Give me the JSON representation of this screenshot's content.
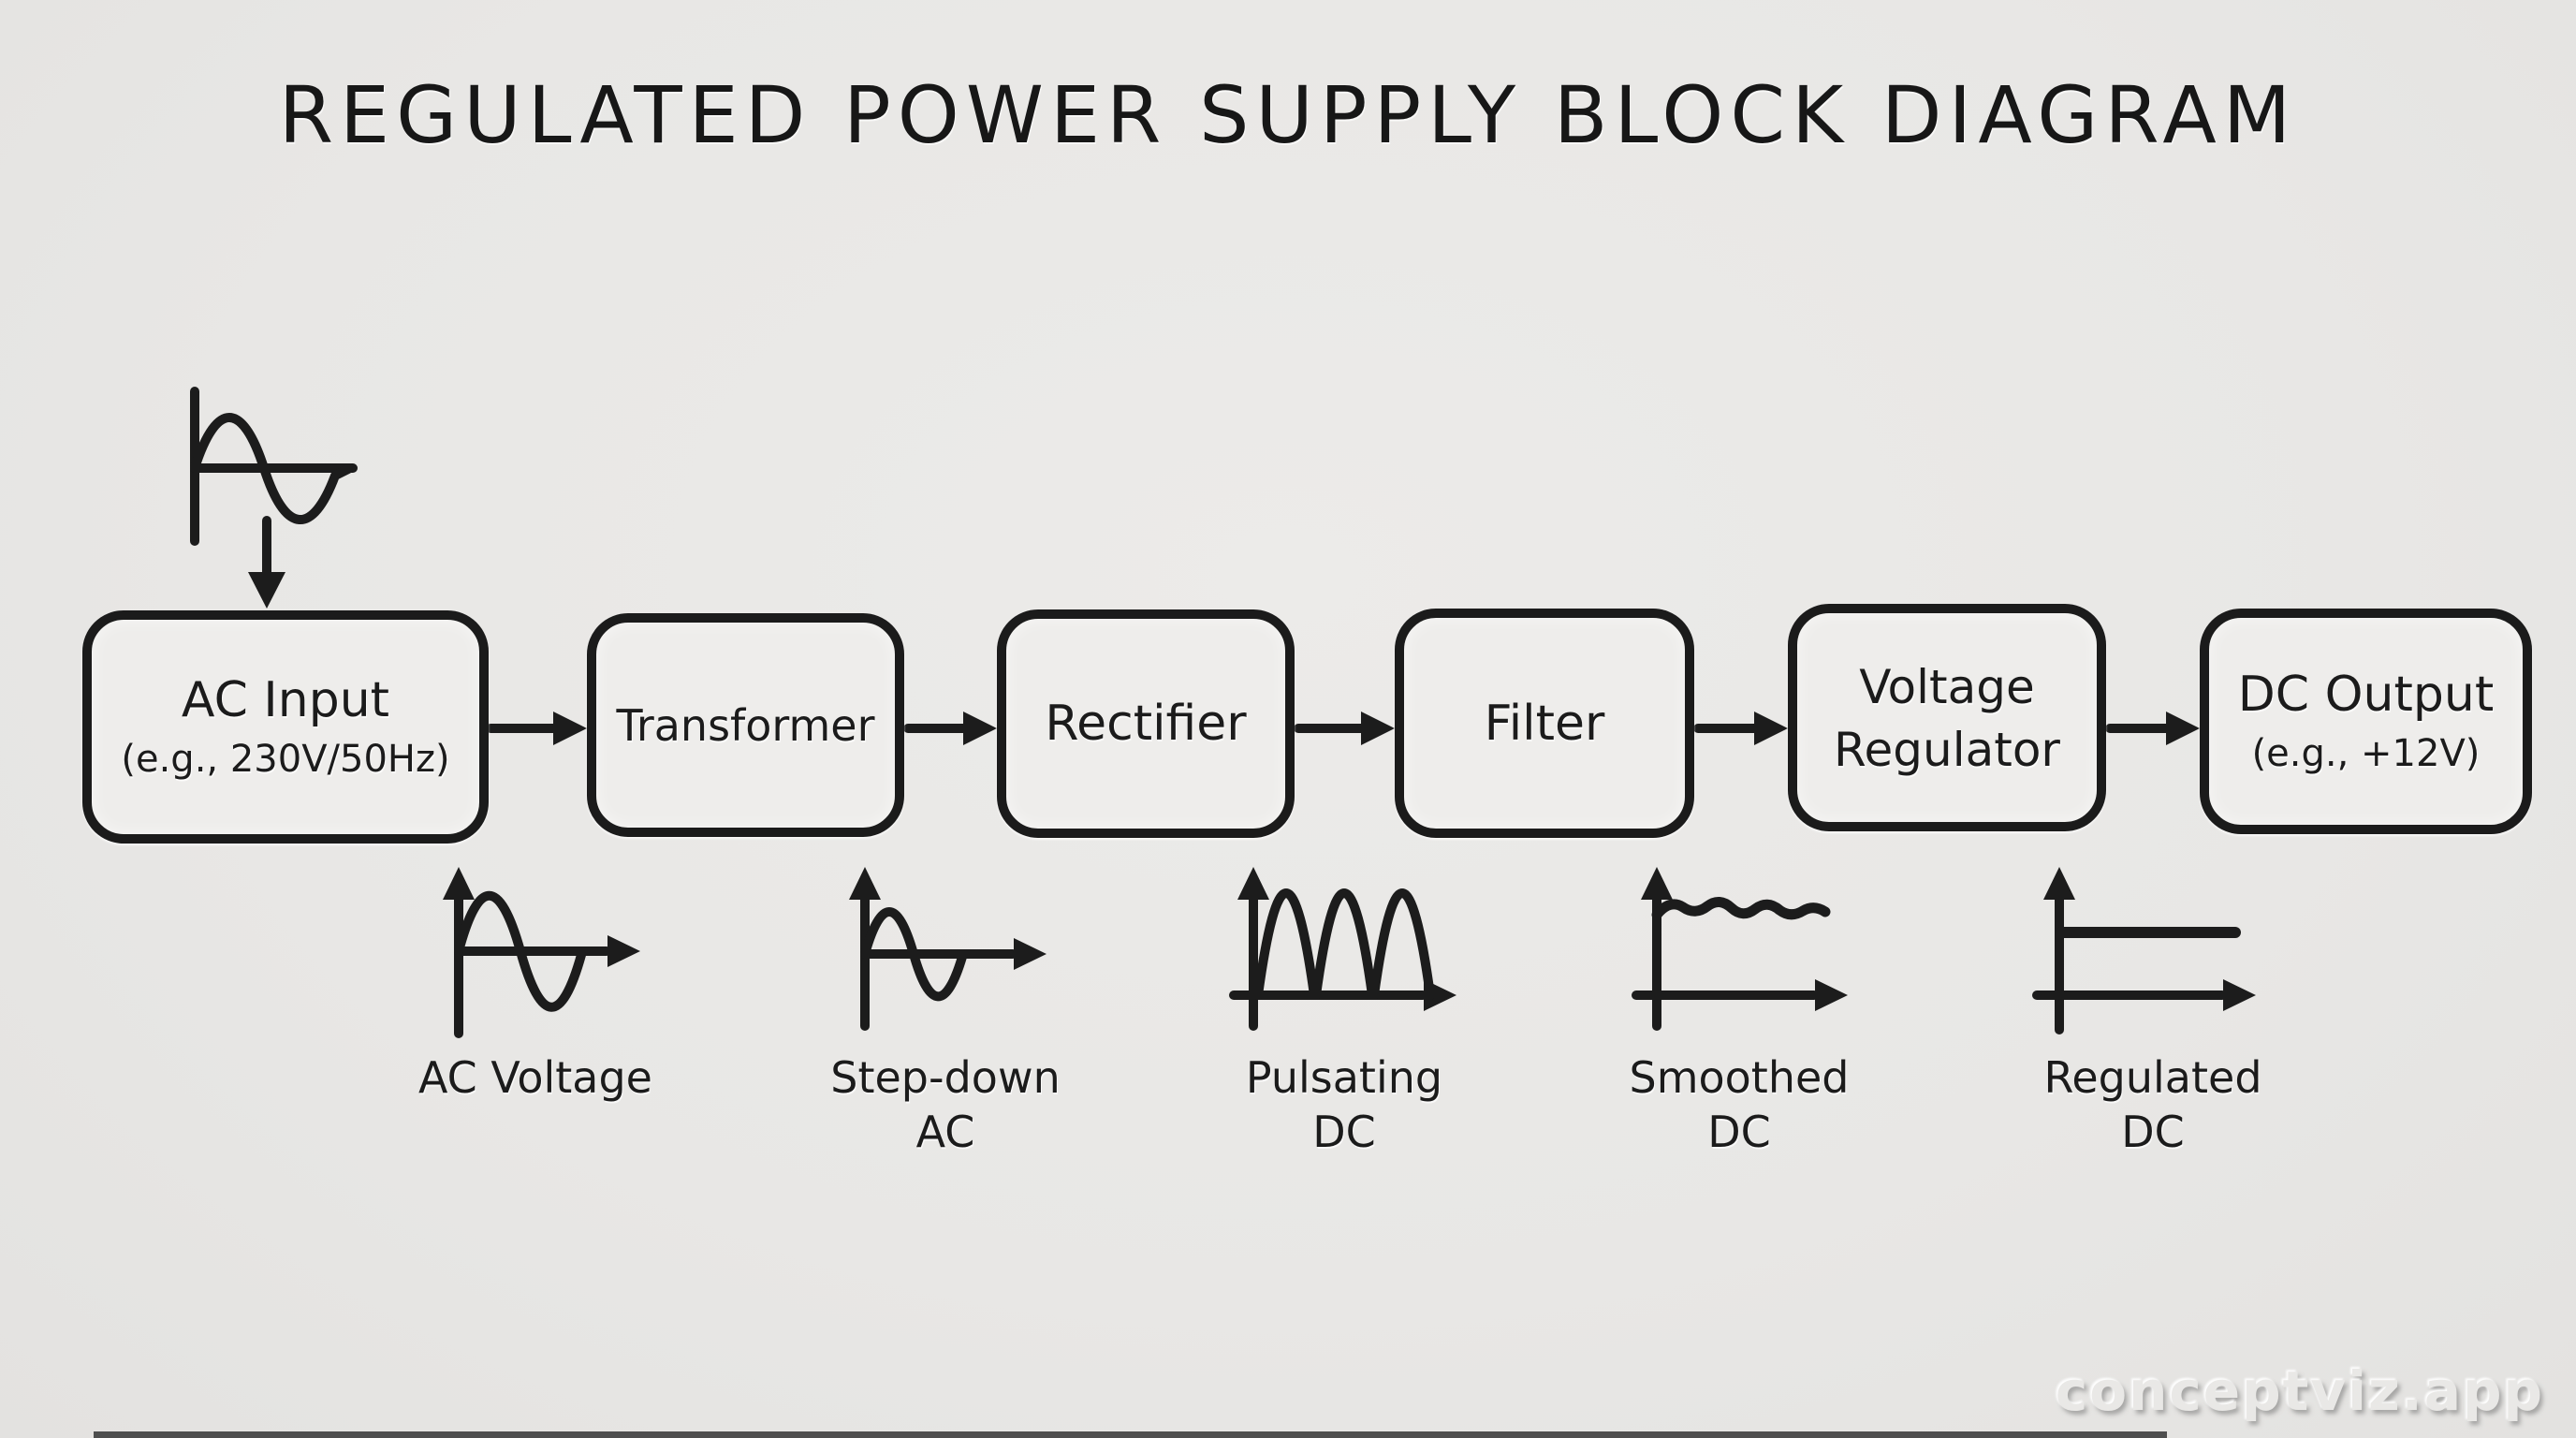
{
  "title": "REGULATED POWER SUPPLY BLOCK DIAGRAM",
  "colors": {
    "background": "#e9e8e6",
    "ink": "#1b1b1b"
  },
  "blocks": [
    {
      "line1": "AC Input",
      "line2": "(e.g., 230V/50Hz)"
    },
    {
      "line1": "Transformer"
    },
    {
      "line1": "Rectifier"
    },
    {
      "line1": "Filter"
    },
    {
      "line1": "Voltage",
      "line2": "Regulator"
    },
    {
      "line1": "DC Output",
      "line2": "(e.g., +12V)"
    }
  ],
  "waveform_labels": [
    {
      "line1": "AC Voltage"
    },
    {
      "line1": "Step-down",
      "line2": "AC"
    },
    {
      "line1": "Pulsating",
      "line2": "DC"
    },
    {
      "line1": "Smoothed",
      "line2": "DC"
    },
    {
      "line1": "Regulated",
      "line2": "DC"
    }
  ],
  "watermark": "conceptviz.app"
}
